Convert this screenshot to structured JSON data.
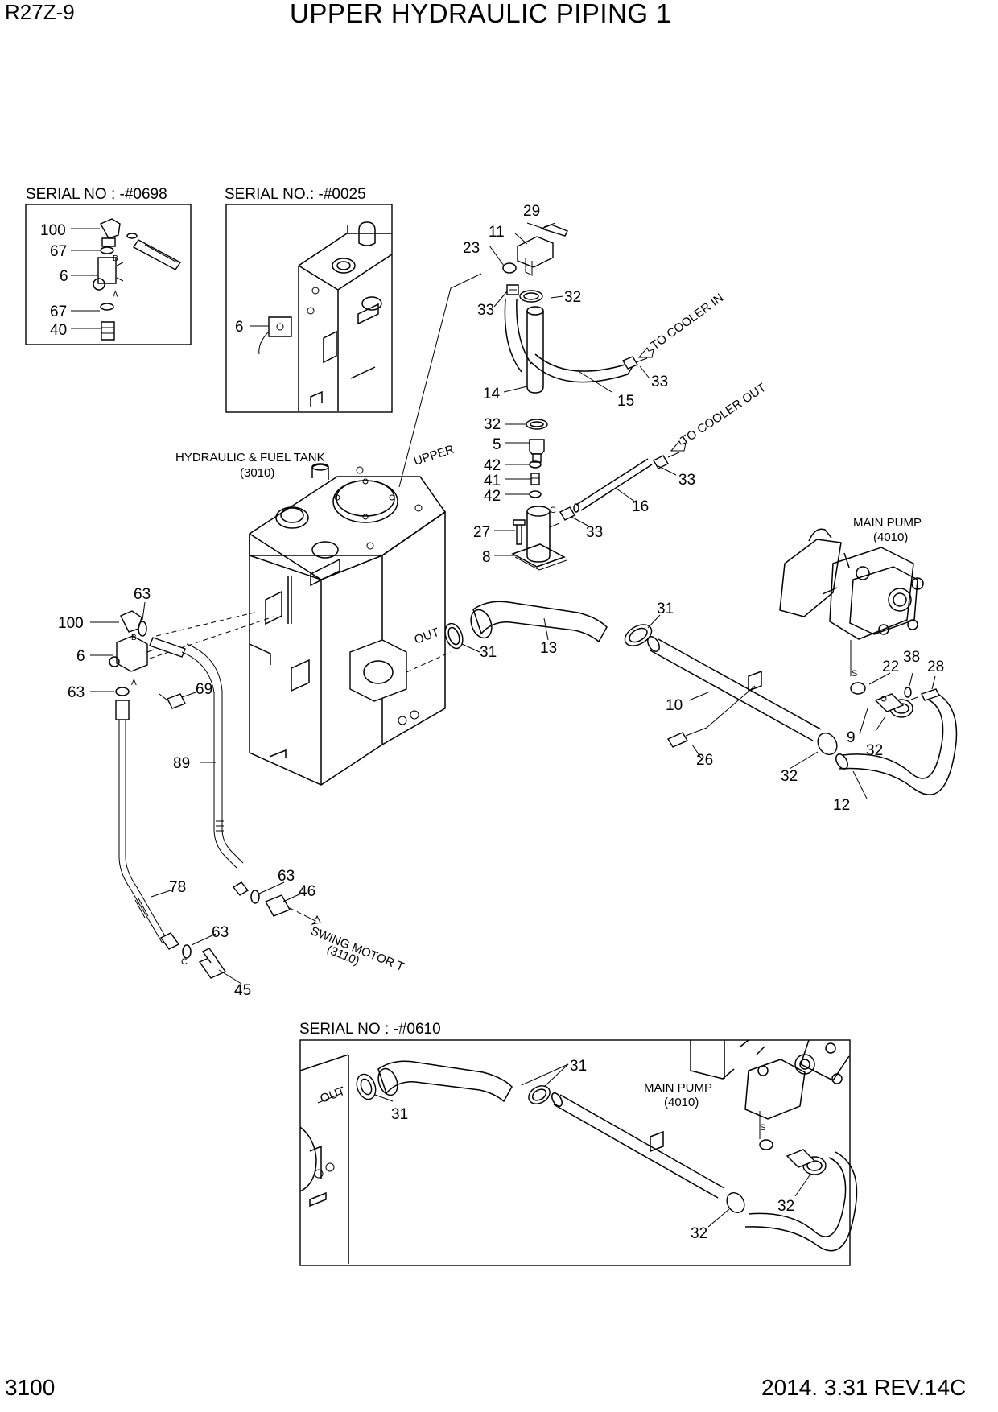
{
  "header": {
    "model": "R27Z-9",
    "title": "UPPER HYDRAULIC PIPING 1"
  },
  "footer": {
    "page": "3100",
    "revision": "2014. 3.31  REV.14C"
  },
  "insets": {
    "serial_0698": "SERIAL NO : -#0698",
    "serial_0025": "SERIAL NO.: -#0025",
    "serial_0610": "SERIAL NO : -#0610"
  },
  "notes": {
    "tank_name": "HYDRAULIC & FUEL TANK",
    "tank_ref": "(3010)",
    "upper": "UPPER",
    "out": "OUT",
    "main_pump": "MAIN PUMP",
    "main_pump_ref": "(4010)",
    "to_cooler_in": "TO COOLER IN",
    "to_cooler_out": "TO COOLER OUT",
    "swing_motor": "SWING MOTOR T",
    "swing_motor_ref": "(3110)",
    "port_a": "A",
    "port_b": "B",
    "port_c": "C",
    "port_s": "S"
  },
  "callouts": {
    "c100": "100",
    "c67": "67",
    "c6": "6",
    "c40": "40",
    "c29": "29",
    "c11": "11",
    "c23": "23",
    "c32": "32",
    "c33": "33",
    "c14": "14",
    "c15": "15",
    "c5": "5",
    "c42": "42",
    "c41": "41",
    "c16": "16",
    "c27": "27",
    "c8": "8",
    "c63": "63",
    "c69": "69",
    "c13": "13",
    "c31": "31",
    "c10": "10",
    "c26": "26",
    "c22": "22",
    "c38": "38",
    "c28": "28",
    "c9": "9",
    "c12": "12",
    "c89": "89",
    "c78": "78",
    "c46": "46",
    "c45": "45"
  }
}
